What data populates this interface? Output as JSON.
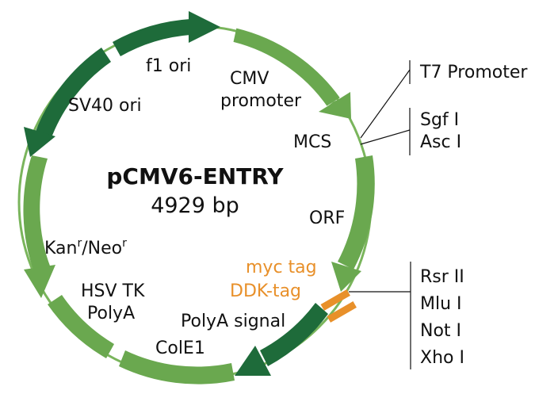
{
  "plasmid": {
    "name": "pCMV6-ENTRY",
    "size": "4929 bp"
  },
  "features": {
    "f1_ori": "f1 ori",
    "cmv_line1": "CMV",
    "cmv_line2": "promoter",
    "sv40_ori": "SV40 ori",
    "mcs": "MCS",
    "orf": "ORF",
    "kan": "Kan",
    "kan_sup": "r",
    "neo_sep": "/Neo",
    "neo_sup": "r",
    "hsv_line1": "HSV TK",
    "hsv_line2": "PolyA",
    "polya_signal": "PolyA signal",
    "cole1": "ColE1",
    "myc_tag": "myc tag",
    "ddk_tag": "DDK-tag"
  },
  "sites_top": {
    "t7": "T7 Promoter",
    "sgf": "Sgf I",
    "asc": "Asc I"
  },
  "sites_bottom": {
    "rsr": "Rsr II",
    "mlu": "Mlu I",
    "not": "Not I",
    "xho": "Xho I"
  },
  "colors": {
    "light_green": "#6aa84f",
    "dark_green": "#1e6b3a",
    "tag_orange": "#e8902a",
    "ring": "#7ab55c"
  }
}
